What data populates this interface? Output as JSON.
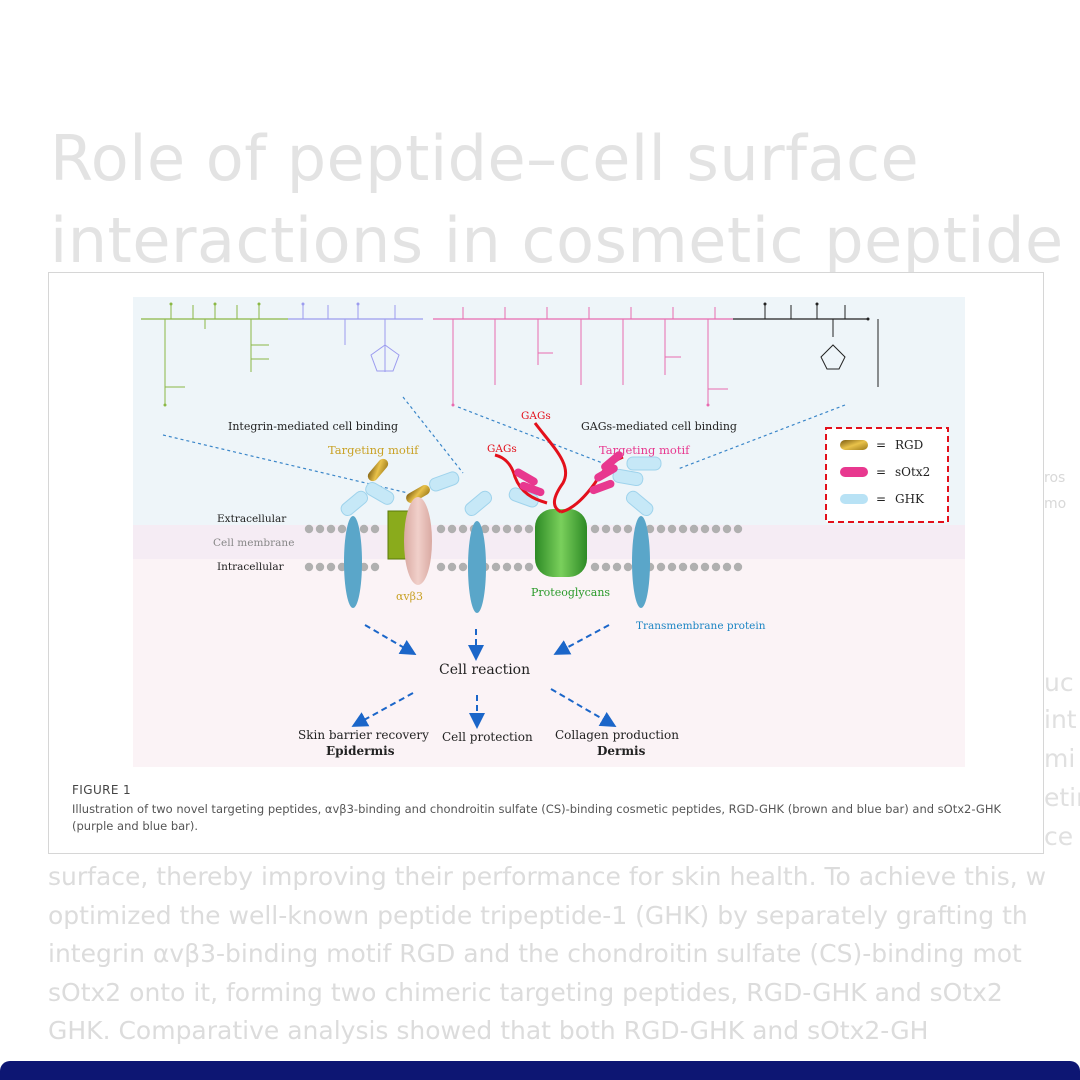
{
  "article": {
    "title_line1": "Role of peptide–cell surface",
    "title_line2": "interactions in cosmetic peptide",
    "body_lines": [
      "surface, thereby improving their performance for skin health. To achieve this, w",
      "optimized the well-known peptide tripeptide-1 (GHK) by separately grafting th",
      "integrin αvβ3-binding motif RGD and the chondroitin sulfate (CS)-binding mot",
      "sOtx2 onto it, forming two chimeric targeting peptides, RGD-GHK and sOtx2",
      "GHK. Comparative analysis showed that both RGD-GHK and sOtx2-GH"
    ],
    "right_fragments": [
      "uc",
      "int",
      "mi",
      "etin",
      "ce"
    ],
    "right_small": [
      "ros",
      "mo"
    ]
  },
  "figure": {
    "label": "FIGURE 1",
    "caption": "Illustration of two novel targeting peptides, αvβ3-binding and chondroitin sulfate (CS)-binding cosmetic peptides, RGD-GHK (brown and blue bar) and sOtx2-GHK (purple and blue bar).",
    "texts": {
      "integrin_binding": "Integrin-mediated cell binding",
      "gags_binding": "GAGs-mediated cell binding",
      "targeting_motif_left": "Targeting motif",
      "targeting_motif_right": "Targeting motif",
      "gags_top": "GAGs",
      "gags_left": "GAGs",
      "extracellular": "Extracellular",
      "cell_membrane": "Cell membrane",
      "intracellular": "Intracellular",
      "avb3": "αvβ3",
      "proteoglycans": "Proteoglycans",
      "transmembrane": "Transmembrane protein",
      "cell_reaction": "Cell reaction",
      "skin_barrier": "Skin barrier recovery",
      "epidermis": "Epidermis",
      "cell_protection": "Cell protection",
      "collagen": "Collagen production",
      "dermis": "Dermis"
    },
    "legend": [
      {
        "name": "RGD",
        "color": "#c9a227"
      },
      {
        "name": "sOtx2",
        "color": "#e8388f"
      },
      {
        "name": "GHK",
        "color": "#b8e2f5"
      }
    ],
    "colors": {
      "rgd_chain": "#8bb845",
      "ghk_chain": "#9c9cef",
      "sotx2_chain": "#e86bb0",
      "ghk_black": "#222222",
      "gags": "#e3101b",
      "proteoglycan": "#4ab338",
      "transmembrane": "#5aa6c9",
      "arrow": "#1b66c9"
    }
  }
}
